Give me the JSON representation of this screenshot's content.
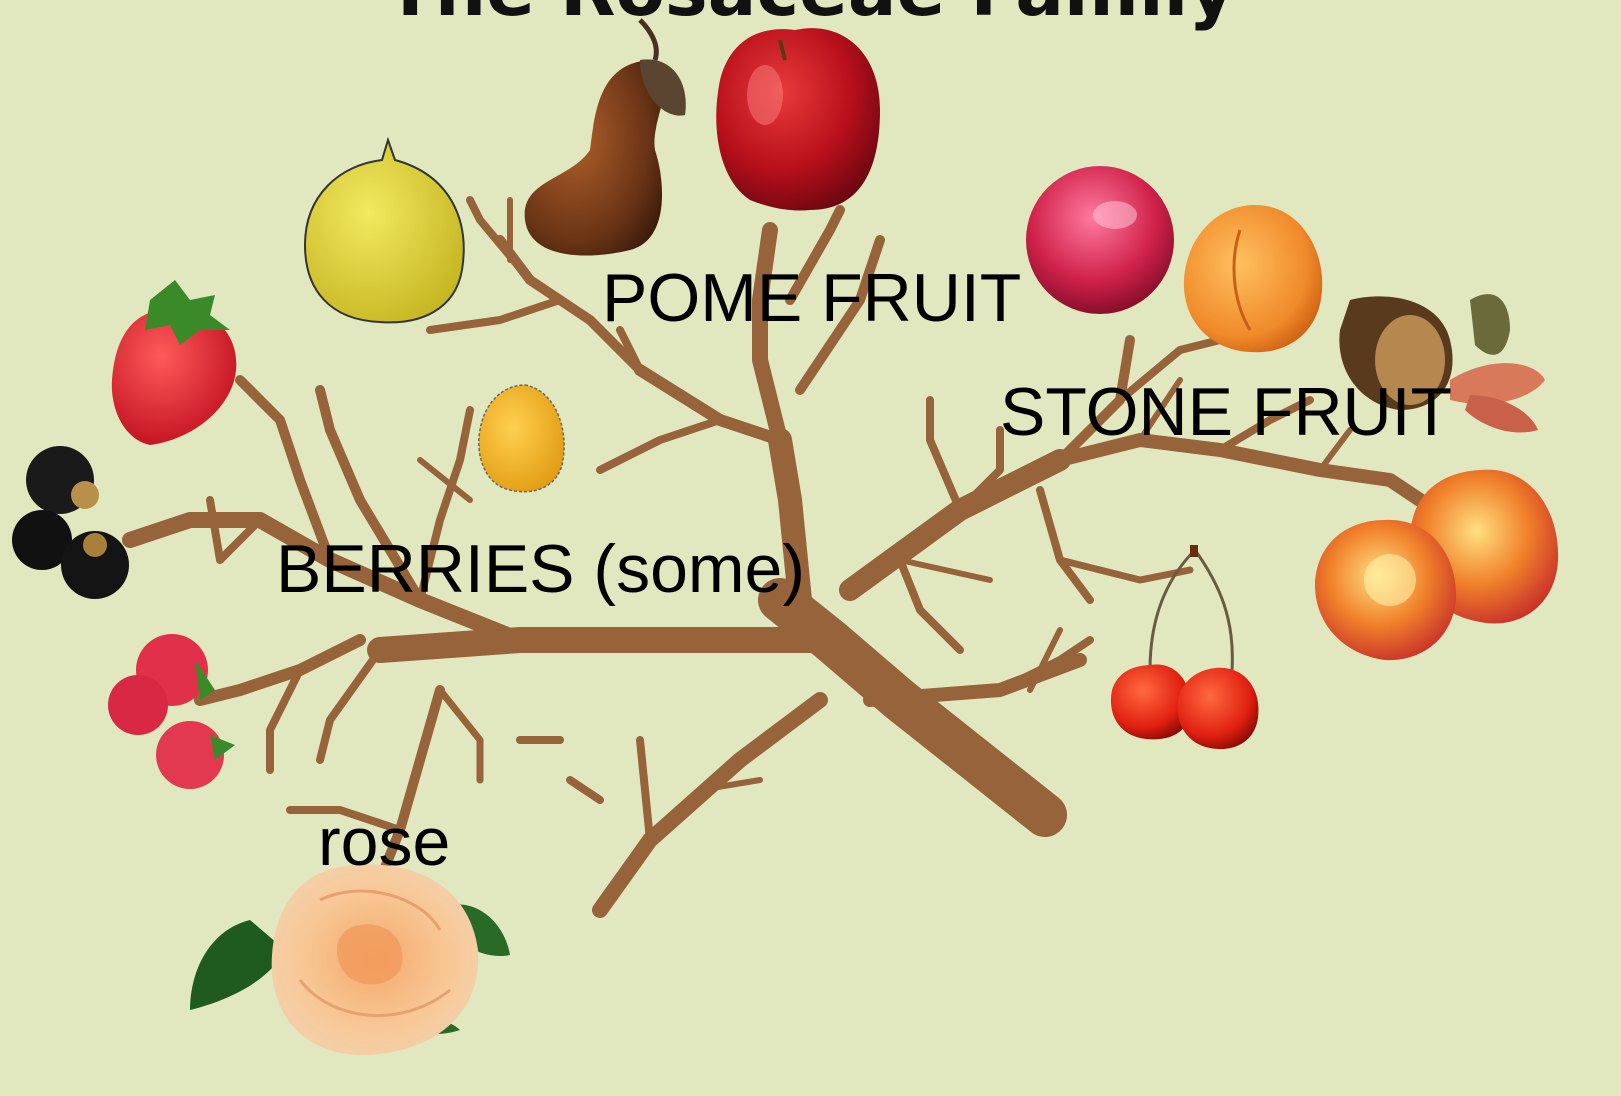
{
  "title": "The Rosaceae Family",
  "labels": {
    "pome": "POME FRUIT",
    "stone": "STONE FRUIT",
    "berries": "BERRIES (some)",
    "rose": "rose"
  },
  "colors": {
    "background": "#e1e8bf",
    "branch": "#96633a"
  }
}
